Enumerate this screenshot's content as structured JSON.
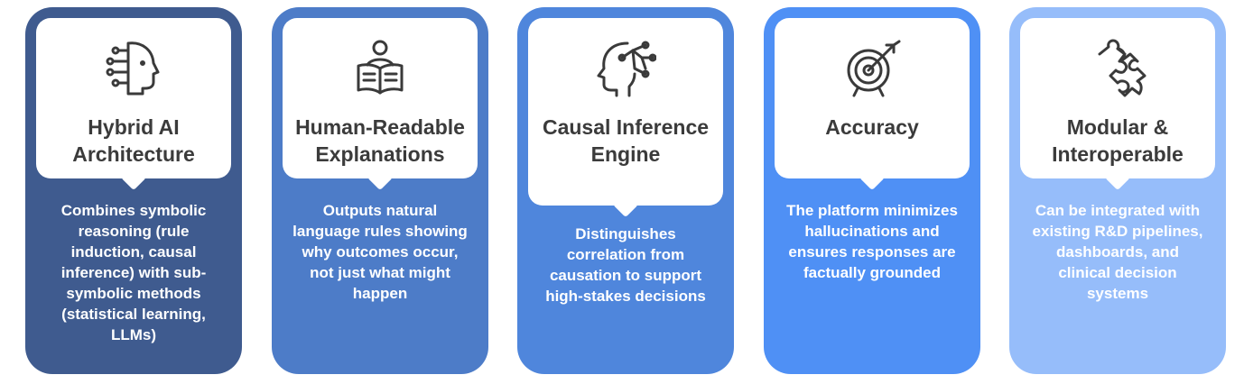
{
  "cards": [
    {
      "title": "Hybrid AI Architecture",
      "description": "Combines symbolic reasoning (rule induction, causal inference) with sub-symbolic methods (statistical learning, LLMs)",
      "icon": "ai-head-circuit-icon",
      "color": "#3f5b8f"
    },
    {
      "title": "Human-Readable Explanations",
      "description": "Outputs natural language rules showing why outcomes occur, not just what might happen",
      "icon": "person-reading-book-icon",
      "color": "#4d7cc8"
    },
    {
      "title": "Causal Inference Engine",
      "description": "Distinguishes correlation from causation to support high-stakes decisions",
      "icon": "head-network-icon",
      "color": "#4f86dc"
    },
    {
      "title": "Accuracy",
      "description": "The platform minimizes hallucinations and ensures responses are factually grounded",
      "icon": "target-arrow-icon",
      "color": "#4f90f5"
    },
    {
      "title": "Modular & Interoperable",
      "description": "Can be integrated with existing R&D pipelines, dashboards, and clinical decision systems",
      "icon": "puzzle-piece-icon",
      "color": "#96bdfa"
    }
  ]
}
